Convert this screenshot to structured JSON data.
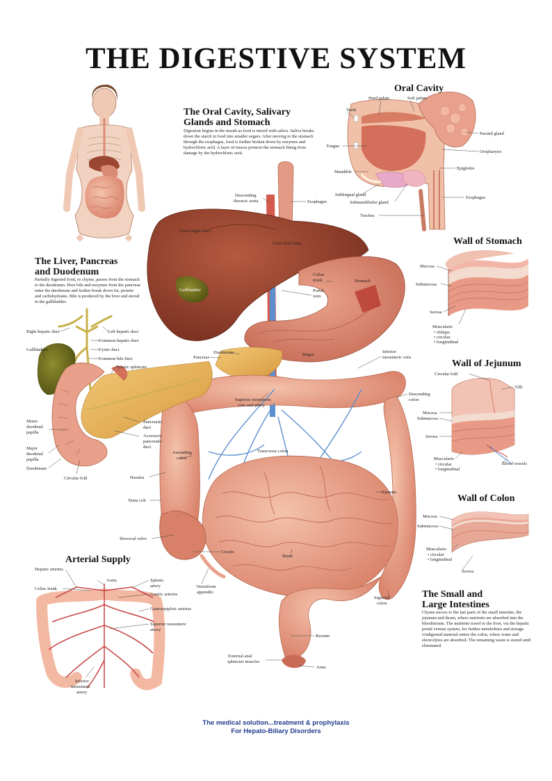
{
  "title": "THE DIGESTIVE SYSTEM",
  "sections": {
    "oral_intro": {
      "heading_l1": "The Oral Cavity, Salivary",
      "heading_l2": "Glands and Stomach",
      "text": "Digestion begins in the mouth as food is mixed with saliva. Saliva breaks down the starch in food into smaller sugars. After moving to the stomach through the esophagus, food is further broken down by enzymes and hydrochloric acid. A layer of mucus protects the stomach lining from damage by the hydrochloric acid."
    },
    "liver": {
      "heading_l1": "The Liver, Pancreas",
      "heading_l2": "and Duodenum",
      "text": "Partially digested food, or chyme, passes from the stomach to the duodenum. Here bile and enzymes from the pancreas enter the duodenum and further break down fat, protein and carbohydrates. Bile is produced by the liver and stored in the gallbladder."
    },
    "oral_cavity": {
      "heading": "Oral Cavity"
    },
    "wall_stomach": {
      "heading": "Wall of Stomach"
    },
    "wall_jejunum": {
      "heading": "Wall of Jejunum"
    },
    "wall_colon": {
      "heading": "Wall of Colon"
    },
    "arterial": {
      "heading": "Arterial Supply"
    },
    "intestines": {
      "heading_l1": "The Small and",
      "heading_l2": "Large Intestines",
      "text": "Chyme moves to the last parts of the small intestine, the jejunum and ileum, where nutrients are absorbed into the bloodstream. The nutrients travel to the liver, via the hepatic portal venous system, for further metabolism and storage. Undigested material enters the colon, where water and electrolytes are absorbed. The remaining waste is stored until eliminated."
    }
  },
  "labels": {
    "oral": {
      "hard_palate": "Hard palate",
      "soft_palate": "Soft palate",
      "teeth": "Teeth",
      "parotid": "Parotid gland",
      "tongue": "Tongue",
      "oropharynx": "Oropharynx",
      "mandible": "Mandible",
      "epiglottis": "Epiglottis",
      "sublingual": "Sublingual gland",
      "esophagus": "Esophagus",
      "submandibular": "Submandibular gland",
      "trachea": "Trachea"
    },
    "main": {
      "desc_aorta_1": "Descending",
      "desc_aorta_2": "thoracic aorta",
      "esophagus": "Esophagus",
      "liver_right": "Liver (right lobe)",
      "liver_left": "Liver (left lobe)",
      "gallbladder": "Gallbladder",
      "celiac_1": "Celiac",
      "celiac_2": "trunk",
      "portal_1": "Portal",
      "portal_2": "vein",
      "stomach": "Stomach",
      "duodenum": "Duodenum",
      "pancreas": "Pancreas",
      "rugae": "Rugae",
      "inf_mes_1": "Inferior",
      "inf_mes_2": "mesenteric vein",
      "desc_colon_1": "Descending",
      "desc_colon_2": "colon",
      "sup_mes_1": "Superior mesenteric",
      "sup_mes_2": "vein and artery",
      "asc_colon_1": "Ascending",
      "asc_colon_2": "colon",
      "transverse": "Transverse colon",
      "haustra": "Haustra",
      "jejunum": "Jejunum",
      "tenia": "Tenia coli",
      "ileocecal": "Ileocecal valve",
      "cecum": "Cecum",
      "ileum": "Ileum",
      "vermiform_1": "Vermiform",
      "vermiform_2": "appendix",
      "sigmoid_1": "Sigmoid",
      "sigmoid_2": "colon",
      "rectum": "Rectum",
      "anal_1": "External anal",
      "anal_2": "sphincter muscles",
      "anus": "Anus"
    },
    "duct": {
      "right_hepatic": "Right hepatic duct",
      "left_hepatic": "Left hepatic duct",
      "common_hepatic": "Common hepatic duct",
      "cystic": "Cystic duct",
      "gallbladder": "Gallbladder",
      "common_bile": "Common bile duct",
      "pyloric": "Pyloric sphincter",
      "minor_1": "Minor",
      "minor_2": "duodenal",
      "minor_3": "papilla",
      "pancreatic_1": "Pancreatic",
      "pancreatic_2": "duct",
      "major_1": "Major",
      "major_2": "duodenal",
      "major_3": "papilla",
      "accessory_1": "Accessory",
      "accessory_2": "pancreatic",
      "accessory_3": "duct",
      "duodenum": "Duodenum",
      "circular": "Circular fold"
    },
    "stomach_wall": {
      "mucosa": "Mucosa",
      "submucosa": "Submucosa",
      "serosa": "Serosa",
      "muscularis": "Muscularis",
      "oblique": "• oblique",
      "circular": "• circular",
      "longitudinal": "• longitudinal"
    },
    "jejunum_wall": {
      "circular_fold": "Circular fold",
      "villi": "Villi",
      "mucosa": "Mucosa",
      "submucosa": "Submucosa",
      "serosa": "Serosa",
      "muscularis": "Muscularis",
      "circular": "• circular",
      "longitudinal": "• longitudinal",
      "blood_vessels": "Blood vessels"
    },
    "colon_wall": {
      "mucosa": "Mucosa",
      "submucosa": "Submucosa",
      "muscularis": "Muscularis",
      "circular": "• circular",
      "longitudinal": "• longitudinal",
      "serosa": "Serosa"
    },
    "arterial": {
      "hepatic": "Hepatic arteries",
      "aorta": "Aorta",
      "splenic_1": "Splenic",
      "splenic_2": "artery",
      "celiac": "Celiac trunk",
      "gastric": "Gastric arteries",
      "gastroepiploic": "Gastroepiploic arteries",
      "sup_mes_1": "Superior mesenteric",
      "sup_mes_2": "artery",
      "inf_mes_1": "Inferior",
      "inf_mes_2": "mesenteric",
      "inf_mes_3": "artery"
    }
  },
  "footer": {
    "line1": "The medical solution...treatment & prophylaxis",
    "line2": "For Hepato-Biliary Disorders"
  },
  "colors": {
    "liver": "#8f3f2c",
    "stomach": "#d98a74",
    "intestine": "#e8a88e",
    "pancreas": "#e8b35a",
    "gallbladder": "#6a6a1e",
    "vein": "#5b8fcf",
    "artery": "#c94a4a",
    "text_blue": "#1f3a8a"
  }
}
